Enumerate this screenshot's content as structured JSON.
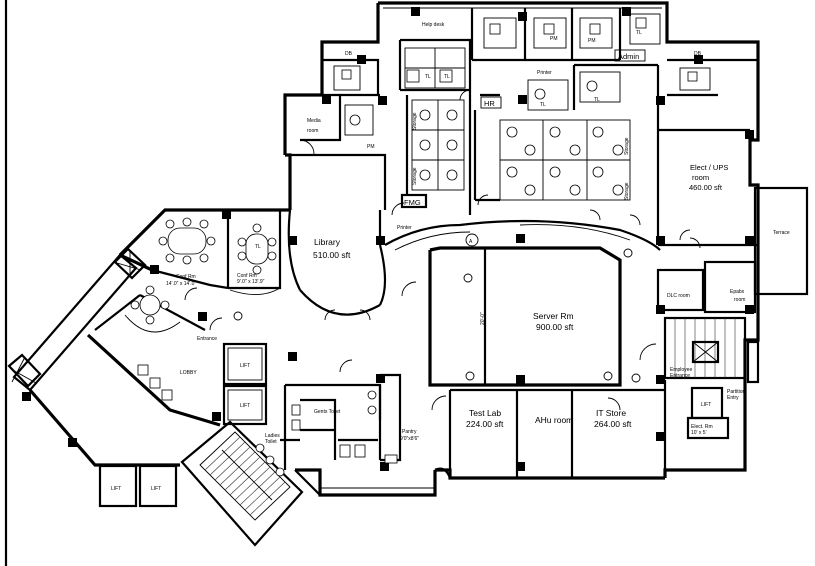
{
  "rooms": {
    "help_desk": "Help desk",
    "db_left": "DB",
    "db_right": "DB",
    "tl_1": "TL",
    "tl_2": "TL",
    "tl_3": "TL",
    "tl_4": "TL",
    "tl_5": "TL",
    "tl_6": "TL",
    "pm_1": "PM",
    "pm_2": "PM",
    "pm_3": "PM",
    "admin": "Admin",
    "printer": "Printer",
    "hr": "HR",
    "fmg": "FMG",
    "media_room_1": "Media",
    "media_room_2": "room",
    "storage_1": "Storage",
    "storage_2": "Storage",
    "storage_3": "Storage",
    "storage_4": "Storage",
    "elect_ups_1": "Elect / UPS",
    "elect_ups_2": "room",
    "elect_ups_area": "460.00 sft",
    "terrace": "Terrace",
    "library": "Library",
    "library_area": "510.00 sft",
    "printer_small": "Printer",
    "conf_rm_1": "Conf Rm",
    "conf_rm_1_dim": "14'.0\" x 14'.0\"",
    "conf_rm_2": "Conf Rm",
    "conf_rm_2_dim": "9'.0\" x 13'.9\"",
    "entrance": "Entrance",
    "lobby": "LOBBY",
    "lift_1": "LIFT",
    "lift_2": "LIFT",
    "lift_3": "LIFT",
    "lift_4": "LIFT",
    "lift_5": "LIFT",
    "gents_toilet": "Gents Toilet",
    "ladies_toilet_1": "Ladies",
    "ladies_toilet_2": "Toilet",
    "pantry": "Pantry",
    "pantry_dim": "9'0\"x8'6\"",
    "server_rm": "Server Rm",
    "server_rm_area": "900.00 sft",
    "test_lab": "Test Lab",
    "test_lab_area": "224.00 sft",
    "ahu_room": "AHu room",
    "it_store": "IT Store",
    "it_store_area": "264.00 sft",
    "dlc_room": "DLC room",
    "epabx_1": "Epabx",
    "epabx_2": "room",
    "employee_entrance_1": "Employee",
    "employee_entrance_2": "Entrance",
    "partition_entry_1": "Partition",
    "partition_entry_2": "Entry",
    "elect_rm": "Elect. Rm",
    "elect_rm_dim": "10' x 5'",
    "marker_a": "A",
    "dim_20": "20'-0\""
  }
}
